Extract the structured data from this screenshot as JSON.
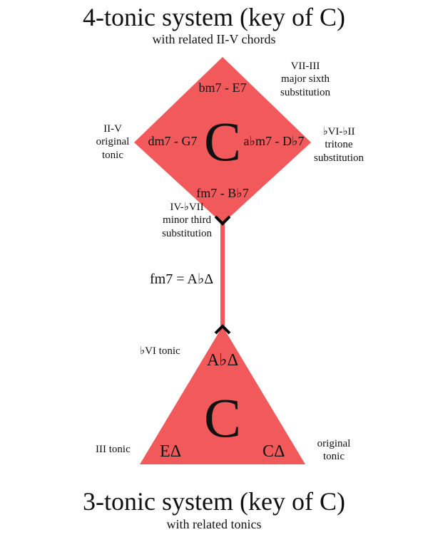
{
  "colors": {
    "shape_fill": "#f2595b",
    "connector": "#f2595b",
    "marker": "#000000",
    "text": "#111111"
  },
  "top": {
    "title": "4-tonic system (key of C)",
    "subtitle": "with related II-V chords",
    "center_tonic": "C",
    "chords": {
      "top": "bm7 - E7",
      "left": "dm7 - G7",
      "right": "a♭m7 - D♭7",
      "bottom": "fm7 - B♭7"
    },
    "annotations": {
      "top_right": [
        "VII-III",
        "major sixth",
        "substitution"
      ],
      "left": [
        "II-V",
        "original",
        "tonic"
      ],
      "right": [
        "♭VI-♭II",
        "tritone",
        "substitution"
      ],
      "bottom": [
        "IV-♭VII",
        "minor third",
        "substitution"
      ]
    }
  },
  "link": {
    "equation": "fm7 = A♭Δ"
  },
  "bottom": {
    "title": "3-tonic system (key of C)",
    "subtitle": "with related tonics",
    "center_tonic": "C",
    "chords": {
      "top": "A♭Δ",
      "left": "EΔ",
      "right": "CΔ"
    },
    "annotations": {
      "top_left": "♭VI tonic",
      "left": "III tonic",
      "right": [
        "original",
        "tonic"
      ]
    }
  }
}
